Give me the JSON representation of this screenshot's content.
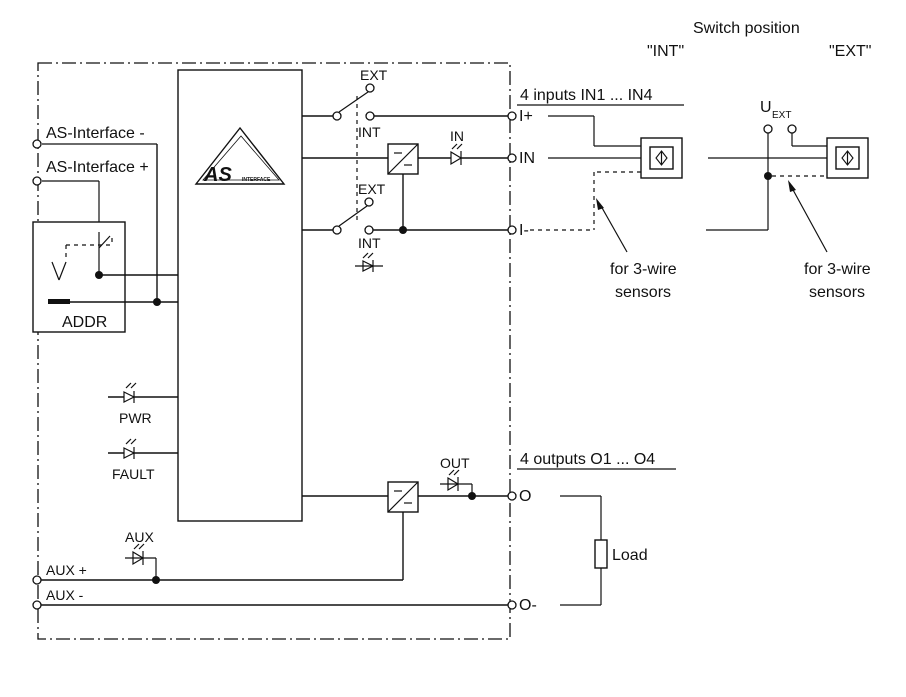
{
  "labels": {
    "switch_position": "Switch position",
    "int_quoted": "\"INT\"",
    "ext_quoted": "\"EXT\"",
    "inputs_header": "4 inputs IN1 ... IN4",
    "outputs_header": "4 outputs O1 ... O4",
    "asi_minus": "AS-Interface -",
    "asi_plus": "AS-Interface +",
    "addr": "ADDR",
    "pwr": "PWR",
    "fault": "FAULT",
    "aux": "AUX",
    "aux_plus": "AUX +",
    "aux_minus": "AUX -",
    "ext_top": "EXT",
    "int_top": "INT",
    "ext_bottom": "EXT",
    "int_bottom": "INT",
    "in_led": "IN",
    "out_led": "OUT",
    "term_i_plus": "I+",
    "term_in": "IN",
    "term_i_minus": "I-",
    "term_o": "O",
    "term_o_minus": "O-",
    "load": "Load",
    "u_ext": "U",
    "u_ext_sub": "EXT",
    "three_wire_1a": "for 3-wire",
    "three_wire_1b": "sensors",
    "three_wire_2a": "for 3-wire",
    "three_wire_2b": "sensors",
    "logo_text": "AS",
    "logo_sub": "INTERFACE"
  },
  "icons": {
    "led": "led-diode-icon",
    "sensor": "inductive-sensor-icon",
    "converter": "converter-icon",
    "logo": "as-interface-logo"
  }
}
